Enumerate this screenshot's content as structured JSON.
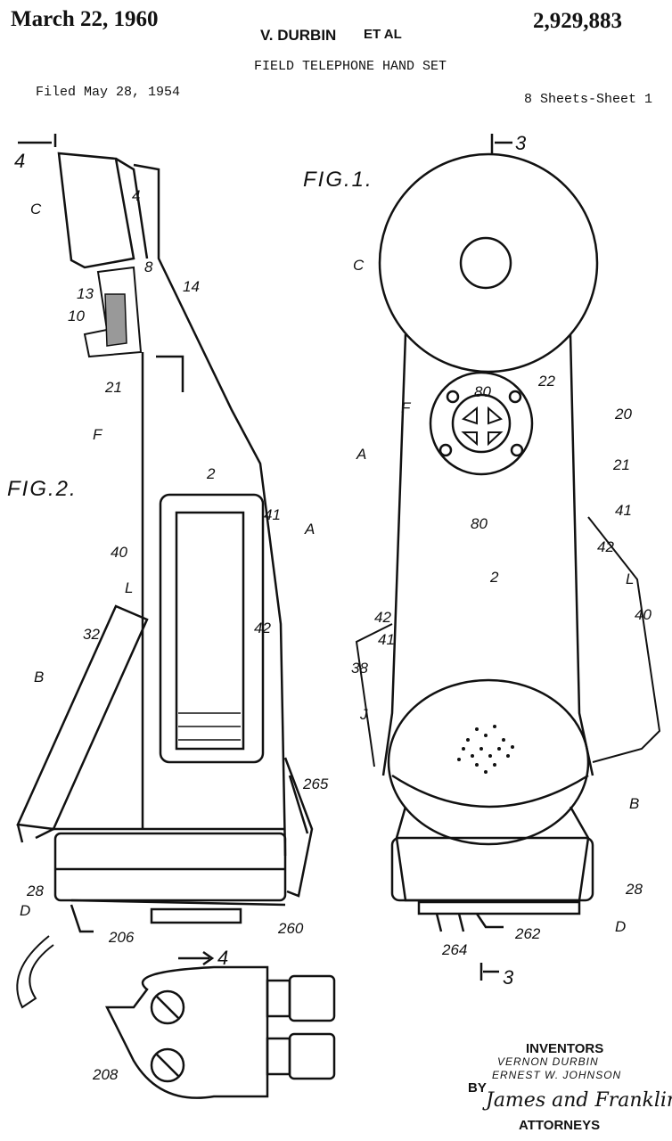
{
  "header": {
    "date": "March 22, 1960",
    "inventor_heading": "V. DURBIN",
    "et_al": "ET AL",
    "patent_number": "2,929,883",
    "title": "FIELD TELEPHONE HAND SET",
    "filed": "Filed May 28, 1954",
    "sheets": "8 Sheets-Sheet 1"
  },
  "figures": {
    "fig1": "FIG.1.",
    "fig2": "FIG.2."
  },
  "fig2_labels": [
    "4",
    "C",
    "4",
    "8",
    "14",
    "13",
    "10",
    "21",
    "F",
    "2",
    "41",
    "A",
    "40",
    "L",
    "42",
    "32",
    "B",
    "265",
    "28",
    "D",
    "206",
    "260",
    "4",
    "208"
  ],
  "fig1_labels": [
    "3",
    "C",
    "22",
    "80",
    "F",
    "20",
    "21",
    "A",
    "80",
    "41",
    "42",
    "L",
    "2",
    "40",
    "42",
    "41",
    "38",
    "J",
    "B",
    "28",
    "D",
    "262",
    "264",
    "3"
  ],
  "signature_block": {
    "inventors_heading": "INVENTORS",
    "inventor_1": "VERNON DURBIN",
    "inventor_2": "ERNEST W. JOHNSON",
    "by": "BY",
    "signature": "James and Franklin",
    "attorneys": "ATTORNEYS"
  }
}
